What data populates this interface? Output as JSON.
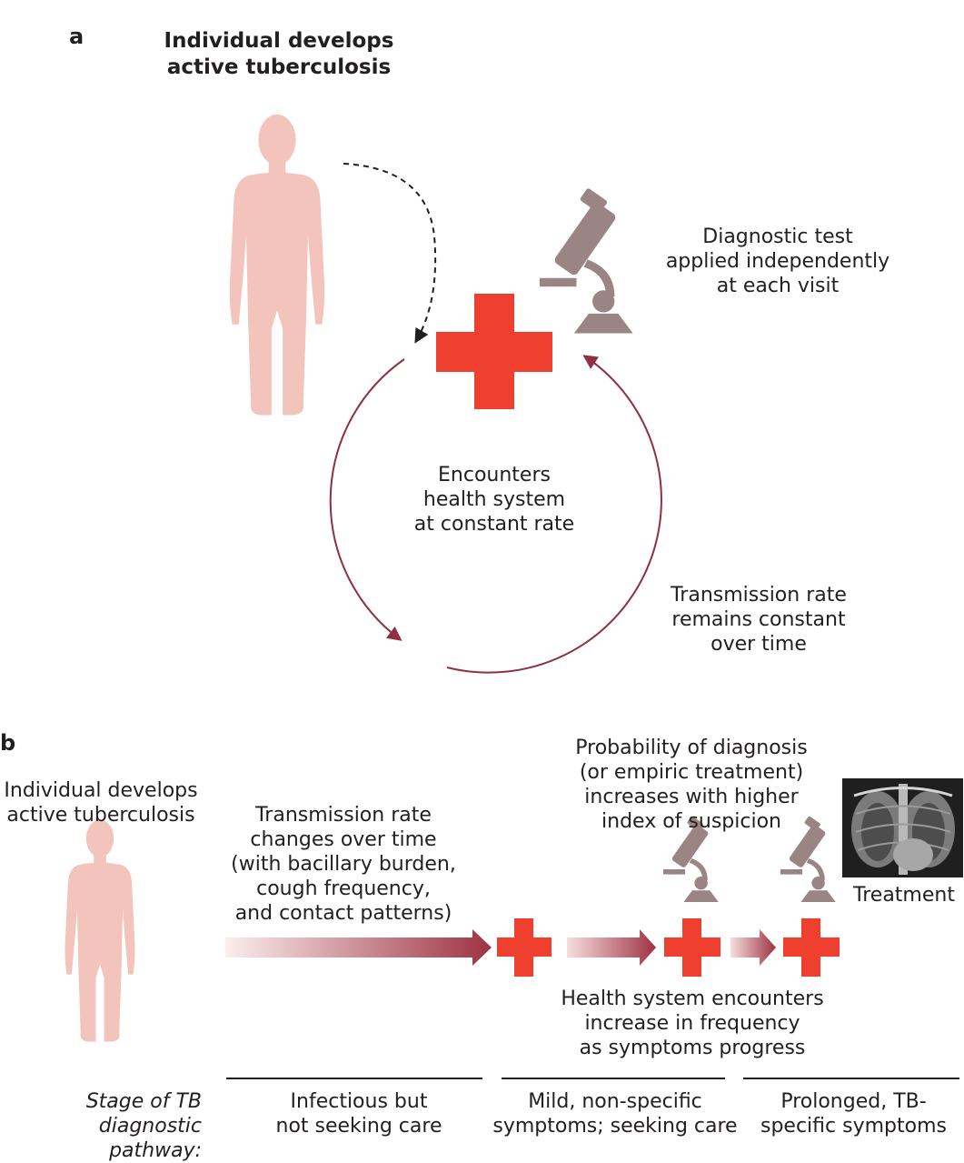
{
  "panel_a": {
    "label": "a",
    "title": "Individual develops\nactive tuberculosis",
    "test_text": "Diagnostic test\napplied independently\nat each visit",
    "cycle_text": "Encounters\nhealth system\nat constant rate",
    "transmission_text": "Transmission rate\nremains constant\nover time"
  },
  "panel_b": {
    "label": "b",
    "title": "Individual develops\nactive tuberculosis",
    "transmission_text": "Transmission rate\nchanges over time\n(with bacillary burden,\ncough frequency,\nand contact patterns)",
    "probability_text": "Probability of diagnosis\n(or empiric treatment)\nincreases with higher\nindex of suspicion",
    "encounters_text": "Health system encounters\nincrease in frequency\nas symptoms progress",
    "treatment_label": "Treatment",
    "stage_label": "Stage of TB\ndiagnostic pathway:",
    "stages": [
      "Infectious but\nnot seeking care",
      "Mild, non-specific\nsymptoms; seeking care",
      "Prolonged, TB-\nspecific symptoms"
    ]
  },
  "colors": {
    "cross": "#ee3f2f",
    "person": "#f2c4bb",
    "microscope": "#9a8484",
    "cycle_arrow": "#8e3040",
    "gradient_end": "#9e3242"
  }
}
